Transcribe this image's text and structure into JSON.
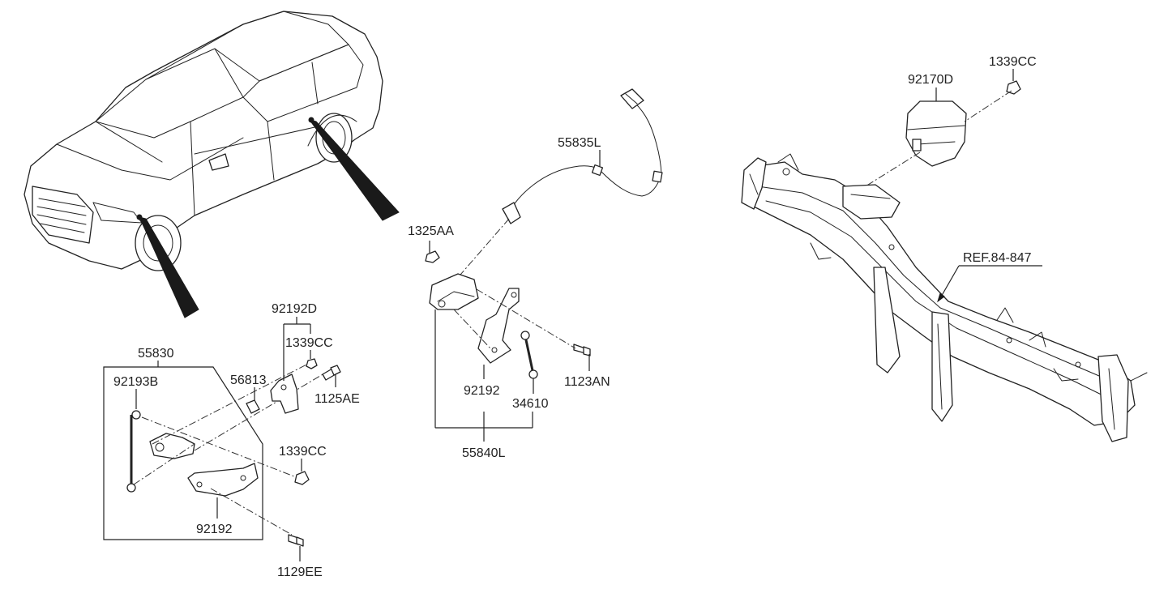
{
  "diagram": {
    "labels": {
      "p55835L": "55835L",
      "p1325AA": "1325AA",
      "p92170D": "92170D",
      "p1339CC_top": "1339CC",
      "pREF": "REF.84-847",
      "p92192D": "92192D",
      "p1339CC_mid": "1339CC",
      "p55830": "55830",
      "p92193B": "92193B",
      "p56813": "56813",
      "p1125AE": "1125AE",
      "p1339CC_low": "1339CC",
      "p92192_left": "92192",
      "p1129EE": "1129EE",
      "p92192_center": "92192",
      "p34610": "34610",
      "p1123AN": "1123AN",
      "p55840L": "55840L"
    },
    "icons": {
      "vehicle": "sedan-vehicle-illustration",
      "crossmember": "cowl-crossmember-illustration",
      "sensor": "height-sensor-icon",
      "module": "headlamp-leveling-module-icon"
    }
  }
}
